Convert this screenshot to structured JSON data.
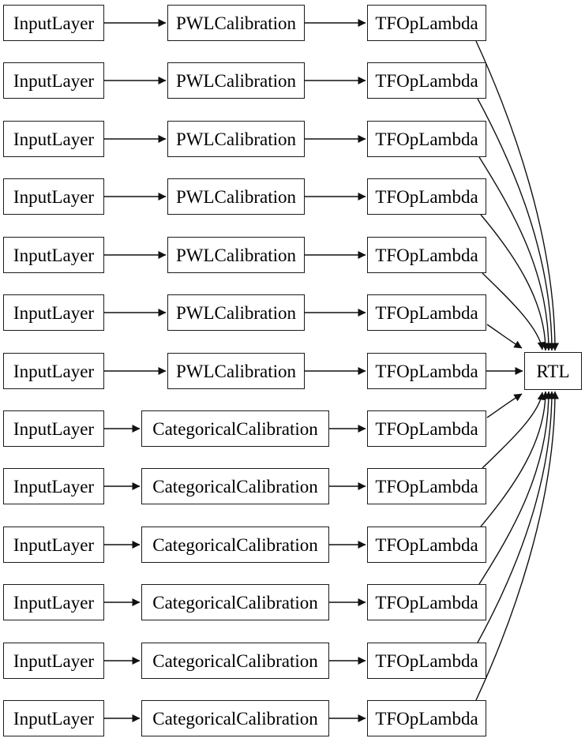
{
  "diagram": {
    "output_node": {
      "label": "RTL"
    },
    "rows": [
      {
        "type": "pwl",
        "input": "InputLayer",
        "calibration": "PWLCalibration",
        "op": "TFOpLambda"
      },
      {
        "type": "pwl",
        "input": "InputLayer",
        "calibration": "PWLCalibration",
        "op": "TFOpLambda"
      },
      {
        "type": "pwl",
        "input": "InputLayer",
        "calibration": "PWLCalibration",
        "op": "TFOpLambda"
      },
      {
        "type": "pwl",
        "input": "InputLayer",
        "calibration": "PWLCalibration",
        "op": "TFOpLambda"
      },
      {
        "type": "pwl",
        "input": "InputLayer",
        "calibration": "PWLCalibration",
        "op": "TFOpLambda"
      },
      {
        "type": "pwl",
        "input": "InputLayer",
        "calibration": "PWLCalibration",
        "op": "TFOpLambda"
      },
      {
        "type": "pwl",
        "input": "InputLayer",
        "calibration": "PWLCalibration",
        "op": "TFOpLambda"
      },
      {
        "type": "categorical",
        "input": "InputLayer",
        "calibration": "CategoricalCalibration",
        "op": "TFOpLambda"
      },
      {
        "type": "categorical",
        "input": "InputLayer",
        "calibration": "CategoricalCalibration",
        "op": "TFOpLambda"
      },
      {
        "type": "categorical",
        "input": "InputLayer",
        "calibration": "CategoricalCalibration",
        "op": "TFOpLambda"
      },
      {
        "type": "categorical",
        "input": "InputLayer",
        "calibration": "CategoricalCalibration",
        "op": "TFOpLambda"
      },
      {
        "type": "categorical",
        "input": "InputLayer",
        "calibration": "CategoricalCalibration",
        "op": "TFOpLambda"
      },
      {
        "type": "categorical",
        "input": "InputLayer",
        "calibration": "CategoricalCalibration",
        "op": "TFOpLambda"
      }
    ]
  }
}
